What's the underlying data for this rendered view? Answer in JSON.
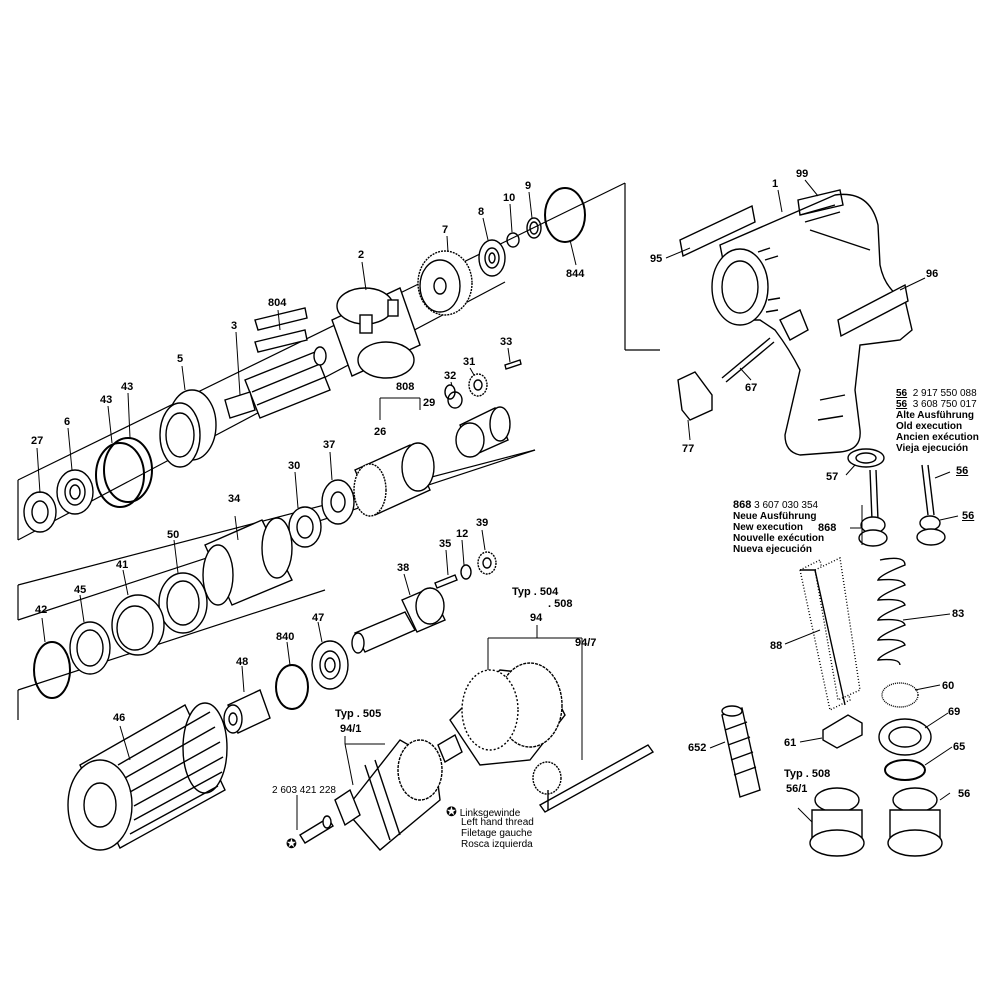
{
  "labels": [
    {
      "text": "1"
    },
    {
      "text": "99"
    },
    {
      "text": "95"
    },
    {
      "text": "96"
    },
    {
      "text": "67"
    },
    {
      "text": "77"
    },
    {
      "text": "844"
    },
    {
      "text": "9"
    },
    {
      "text": "10"
    },
    {
      "text": "8"
    },
    {
      "text": "7"
    },
    {
      "text": "2"
    },
    {
      "text": "804"
    },
    {
      "text": "3"
    },
    {
      "text": "5"
    },
    {
      "text": "43"
    },
    {
      "text": "43"
    },
    {
      "text": "6"
    },
    {
      "text": "27"
    },
    {
      "text": "33"
    },
    {
      "text": "31"
    },
    {
      "text": "32"
    },
    {
      "text": "808"
    },
    {
      "text": "29"
    },
    {
      "text": "26"
    },
    {
      "text": "37"
    },
    {
      "text": "30"
    },
    {
      "text": "34"
    },
    {
      "text": "50"
    },
    {
      "text": "41"
    },
    {
      "text": "45"
    },
    {
      "text": "42"
    },
    {
      "text": "39"
    },
    {
      "text": "12"
    },
    {
      "text": "35"
    },
    {
      "text": "38"
    },
    {
      "text": "840"
    },
    {
      "text": "47"
    },
    {
      "text": "48"
    },
    {
      "text": "46"
    },
    {
      "text": "Typ . 504"
    },
    {
      "text": ". 508"
    },
    {
      "text": "94"
    },
    {
      "text": "94/7"
    },
    {
      "text": "Typ . 505"
    },
    {
      "text": "94/1"
    },
    {
      "text": "2 603 421 228"
    },
    {
      "text": "57"
    },
    {
      "text": "56"
    },
    {
      "text": "56"
    },
    {
      "text": "868"
    },
    {
      "text": "88"
    },
    {
      "text": "83"
    },
    {
      "text": "60"
    },
    {
      "text": "69"
    },
    {
      "text": "65"
    },
    {
      "text": "652"
    },
    {
      "text": "61"
    },
    {
      "text": "Typ . 508"
    },
    {
      "text": "56/1"
    },
    {
      "text": "56"
    }
  ],
  "old_execution": {
    "line1_ref": "56",
    "line1_num": "2 917 550 088",
    "line2_ref": "56",
    "line2_num": "3 608 750 017",
    "lines": [
      "Alte Ausführung",
      "Old execution",
      "Ancien exécution",
      "Vieja ejecución"
    ]
  },
  "new_execution": {
    "ref": "868",
    "num": "3 607 030 354",
    "lines": [
      "Neue Ausführung",
      "New execution",
      "Nouvelle exécution",
      "Nueva ejecución"
    ]
  },
  "thread_note": {
    "symbol": "✪",
    "lines": [
      "Linksgewinde",
      "Left hand thread",
      "Filetage gauche",
      "Rosca izquierda"
    ]
  },
  "screw_symbol": "✪"
}
